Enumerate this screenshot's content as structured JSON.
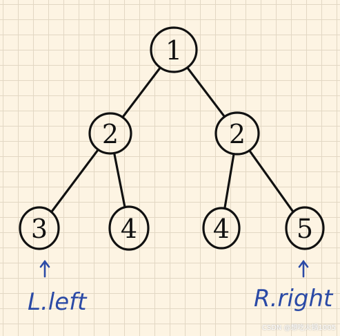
{
  "diagram": {
    "nodes": [
      {
        "id": "n1",
        "label": "1"
      },
      {
        "id": "n2a",
        "label": "2"
      },
      {
        "id": "n2b",
        "label": "2"
      },
      {
        "id": "n3",
        "label": "3"
      },
      {
        "id": "n4a",
        "label": "4"
      },
      {
        "id": "n4b",
        "label": "4"
      },
      {
        "id": "n5",
        "label": "5"
      }
    ],
    "edges": [
      [
        "n1",
        "n2a"
      ],
      [
        "n1",
        "n2b"
      ],
      [
        "n2a",
        "n3"
      ],
      [
        "n2a",
        "n4a"
      ],
      [
        "n2b",
        "n4b"
      ],
      [
        "n2b",
        "n5"
      ]
    ],
    "pointers": [
      {
        "target": "n3",
        "label": "L.left"
      },
      {
        "target": "n5",
        "label": "R.right"
      }
    ],
    "colors": {
      "ink": "#111111",
      "pen": "#2b4aa6",
      "paper": "#fdf4e3",
      "grid": "#e2d7c3"
    }
  },
  "watermark": "CSDN @想吃火锅1005"
}
